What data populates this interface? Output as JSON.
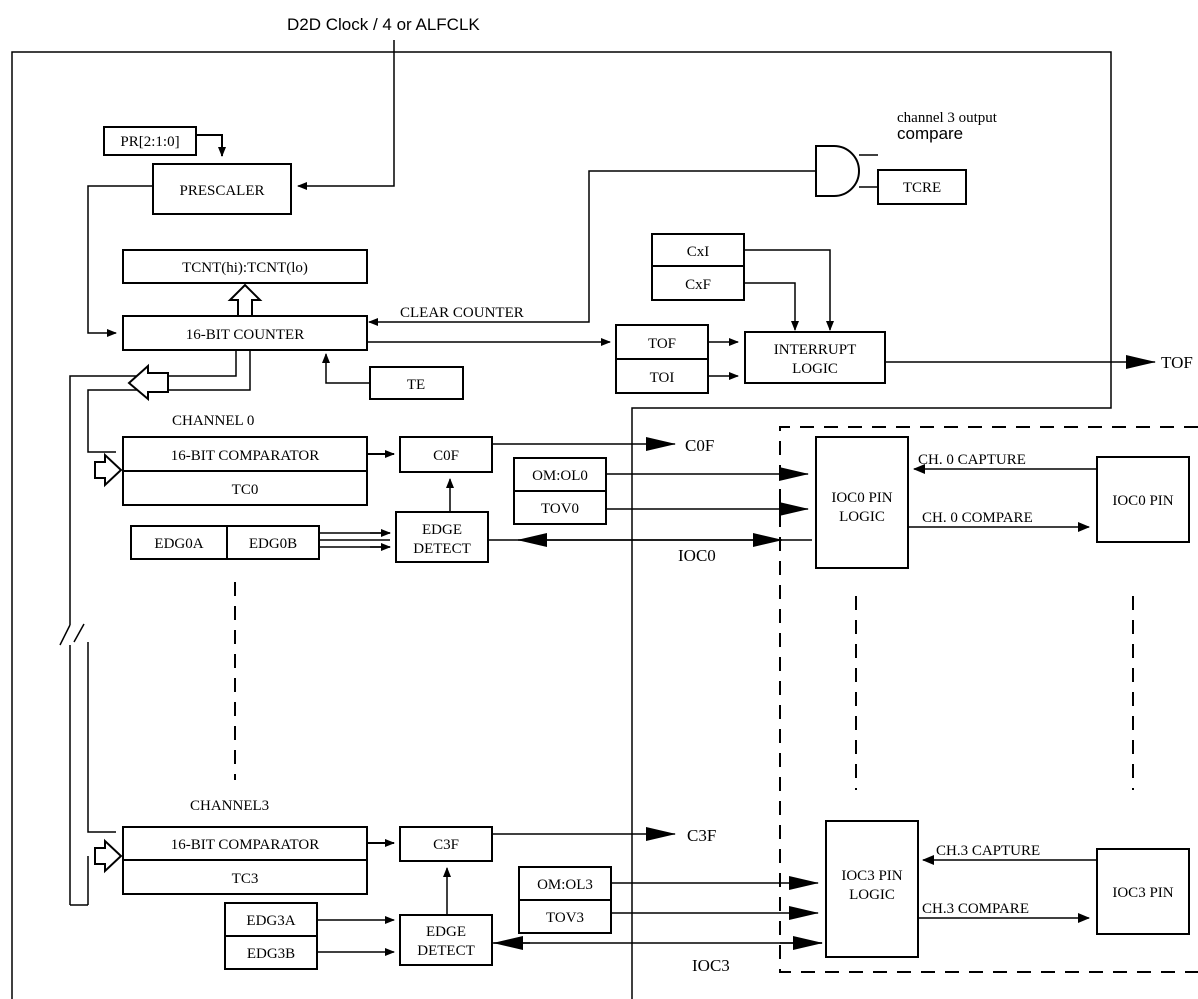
{
  "clock_label": "D2D Clock / 4 or ALFCLK",
  "channel3_output_label_line1": "channel 3 output",
  "channel3_output_label_line2": "compare",
  "pr_label": "PR[2:1:0]",
  "prescaler_label": "PRESCALER",
  "tcre_label": "TCRE",
  "tcnt_label": "TCNT(hi):TCNT(lo)",
  "counter_label": "16-BIT COUNTER",
  "clear_counter_label": "CLEAR COUNTER",
  "cxi_label": "CxI",
  "cxf_label": "CxF",
  "tof_label": "TOF",
  "toi_label": "TOI",
  "interrupt_logic_line1": "INTERRUPT",
  "interrupt_logic_line2": "LOGIC",
  "tof_output_label": "TOF",
  "te_label": "TE",
  "channel0": {
    "title": "CHANNEL 0",
    "comparator": "16-BIT COMPARATOR",
    "tc": "TC0",
    "flag": "C0F",
    "flag_out": "C0F",
    "om": "OM:OL0",
    "tov": "TOV0",
    "edga": "EDG0A",
    "edgb": "EDG0B",
    "edge_line1": "EDGE",
    "edge_line2": "DETECT",
    "ioc": "IOC0",
    "pin_logic_line1": "IOC0 PIN",
    "pin_logic_line2": "LOGIC",
    "capture": "CH. 0 CAPTURE",
    "compare": "CH. 0 COMPARE",
    "pin": "IOC0 PIN"
  },
  "channel3": {
    "title": "CHANNEL3",
    "comparator": "16-BIT COMPARATOR",
    "tc": "TC3",
    "flag": "C3F",
    "flag_out": "C3F",
    "om": "OM:OL3",
    "tov": "TOV3",
    "edga": "EDG3A",
    "edgb": "EDG3B",
    "edge_line1": "EDGE",
    "edge_line2": "DETECT",
    "ioc": "IOC3",
    "pin_logic_line1": "IOC3 PIN",
    "pin_logic_line2": "LOGIC",
    "capture": "CH.3 CAPTURE",
    "compare": "CH.3 COMPARE",
    "pin": "IOC3 PIN"
  }
}
